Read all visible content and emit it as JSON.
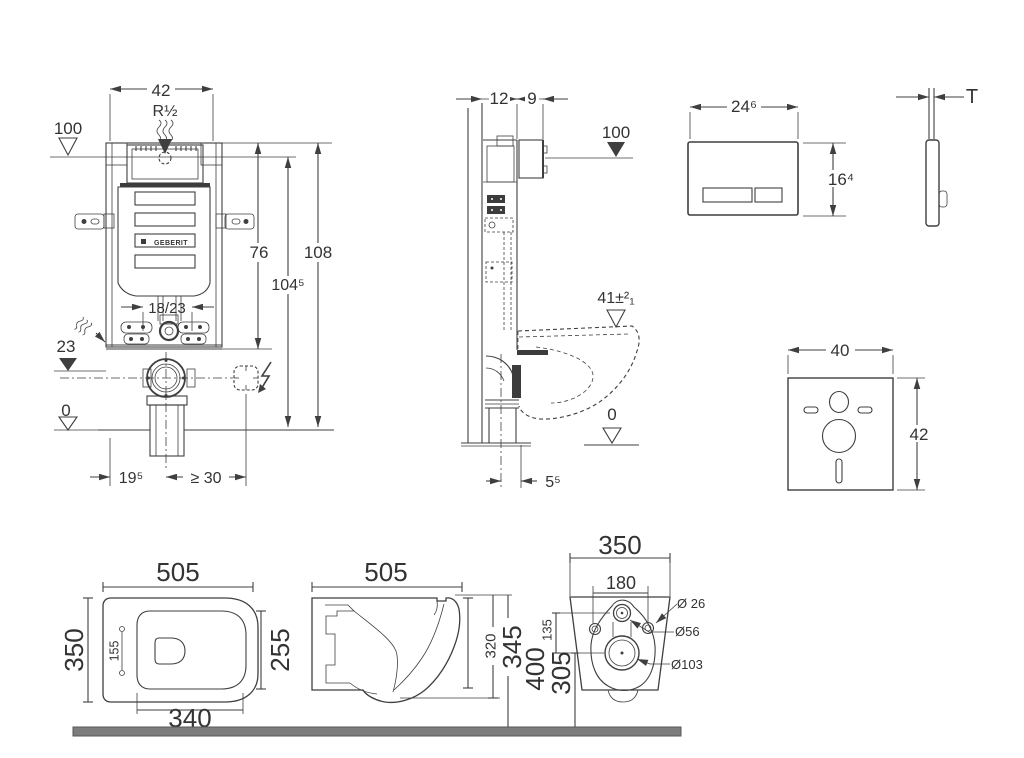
{
  "drawing": "wall-hung-toilet-installation-diagram",
  "colors": {
    "line": "#3f3f3f",
    "text": "#333333",
    "floor_bar": "#7d7d7d",
    "background": "#ffffff"
  },
  "front_view": {
    "width": "42",
    "inlet_thread": "R½",
    "supply_height": "100",
    "h76": "76",
    "h104": "104⁵",
    "h108": "108",
    "bend_offset": "18/23",
    "h23": "23",
    "zero": "0",
    "d19": "19⁵",
    "d30": "≥ 30",
    "brand": "GEBERIT"
  },
  "side_view": {
    "d12": "12",
    "d9": "9",
    "supply_height": "100",
    "bowl_height_tol": "41±²₁",
    "zero": "0",
    "d5": "5⁵"
  },
  "flush_plate": {
    "width": "24⁶",
    "height": "16⁴",
    "thickness": "T"
  },
  "sound_mat": {
    "width": "40",
    "height": "42"
  },
  "bowl_top": {
    "width": "505",
    "depth": "350",
    "inner_depth": "255",
    "hole_spacing": "155",
    "inner_width": "340"
  },
  "bowl_side": {
    "width": "505",
    "h320": "320",
    "h345": "345",
    "h400": "400"
  },
  "bowl_rear": {
    "width": "350",
    "bolt_spacing": "180",
    "d135": "135",
    "h305": "305",
    "dia26": "Ø 26",
    "dia56": "Ø56",
    "dia103": "Ø103"
  }
}
